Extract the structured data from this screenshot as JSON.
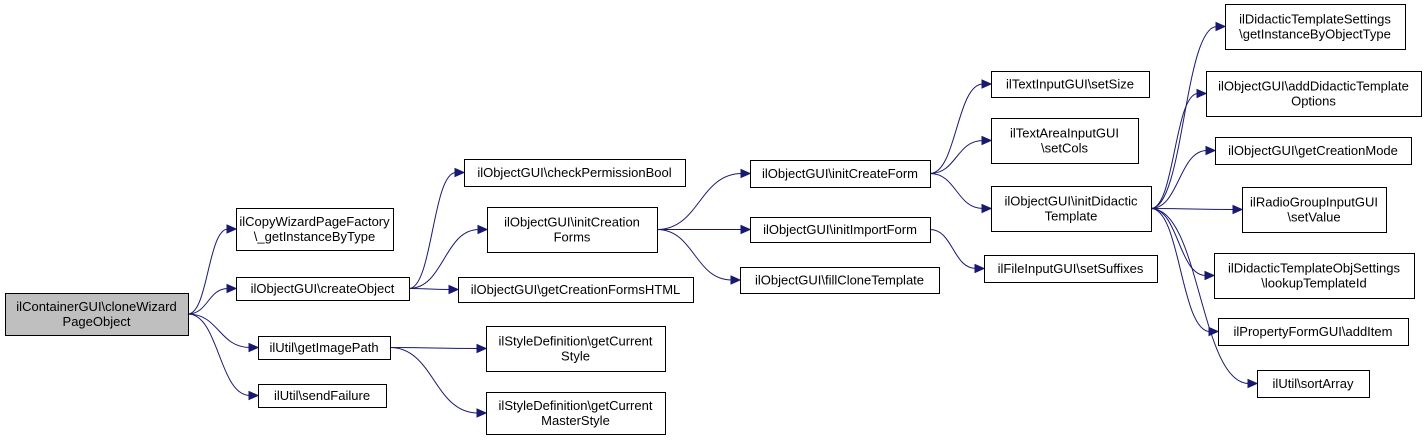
{
  "colors": {
    "root_fill": "#bfbfbf",
    "node_fill": "#ffffff",
    "node_border": "#000000",
    "edge": "#191970"
  },
  "nodes": [
    {
      "id": "root",
      "lines": [
        "ilContainerGUI\\cloneWizard",
        "PageObject"
      ],
      "root": true
    },
    {
      "id": "copywiz",
      "lines": [
        "ilCopyWizardPageFactory",
        "\\_getInstanceByType"
      ]
    },
    {
      "id": "createobj",
      "lines": [
        "ilObjectGUI\\createObject"
      ]
    },
    {
      "id": "getimg",
      "lines": [
        "ilUtil\\getImagePath"
      ]
    },
    {
      "id": "sendfail",
      "lines": [
        "ilUtil\\sendFailure"
      ]
    },
    {
      "id": "checkperm",
      "lines": [
        "ilObjectGUI\\checkPermissionBool"
      ]
    },
    {
      "id": "initcreationforms",
      "lines": [
        "ilObjectGUI\\initCreation",
        "Forms"
      ]
    },
    {
      "id": "getcreationhtml",
      "lines": [
        "ilObjectGUI\\getCreationFormsHTML"
      ]
    },
    {
      "id": "stylecur",
      "lines": [
        "ilStyleDefinition\\getCurrent",
        "Style"
      ]
    },
    {
      "id": "stylemaster",
      "lines": [
        "ilStyleDefinition\\getCurrent",
        "MasterStyle"
      ]
    },
    {
      "id": "initcreateform",
      "lines": [
        "ilObjectGUI\\initCreateForm"
      ]
    },
    {
      "id": "initimportform",
      "lines": [
        "ilObjectGUI\\initImportForm"
      ]
    },
    {
      "id": "fillclone",
      "lines": [
        "ilObjectGUI\\fillCloneTemplate"
      ]
    },
    {
      "id": "settextsize",
      "lines": [
        "ilTextInputGUI\\setSize"
      ]
    },
    {
      "id": "textareacols",
      "lines": [
        "ilTextAreaInputGUI",
        "\\setCols"
      ]
    },
    {
      "id": "initdidactic",
      "lines": [
        "ilObjectGUI\\initDidactic",
        "Template"
      ]
    },
    {
      "id": "filesuffix",
      "lines": [
        "ilFileInputGUI\\setSuffixes"
      ]
    },
    {
      "id": "didsettings",
      "lines": [
        "ilDidacticTemplateSettings",
        "\\getInstanceByObjectType"
      ]
    },
    {
      "id": "adddidactic",
      "lines": [
        "ilObjectGUI\\addDidacticTemplate",
        "Options"
      ]
    },
    {
      "id": "getcreationmode",
      "lines": [
        "ilObjectGUI\\getCreationMode"
      ]
    },
    {
      "id": "radioset",
      "lines": [
        "ilRadioGroupInputGUI",
        "\\setValue"
      ]
    },
    {
      "id": "didobjsettings",
      "lines": [
        "ilDidacticTemplateObjSettings",
        "\\lookupTemplateId"
      ]
    },
    {
      "id": "propadditem",
      "lines": [
        "ilPropertyFormGUI\\addItem"
      ]
    },
    {
      "id": "sortarray",
      "lines": [
        "ilUtil\\sortArray"
      ]
    }
  ],
  "edges": [
    {
      "from": "root",
      "to": "copywiz"
    },
    {
      "from": "root",
      "to": "createobj"
    },
    {
      "from": "root",
      "to": "getimg"
    },
    {
      "from": "root",
      "to": "sendfail"
    },
    {
      "from": "createobj",
      "to": "checkperm"
    },
    {
      "from": "createobj",
      "to": "initcreationforms"
    },
    {
      "from": "createobj",
      "to": "getcreationhtml"
    },
    {
      "from": "getimg",
      "to": "stylecur"
    },
    {
      "from": "getimg",
      "to": "stylemaster"
    },
    {
      "from": "initcreationforms",
      "to": "initcreateform"
    },
    {
      "from": "initcreationforms",
      "to": "initimportform"
    },
    {
      "from": "initcreationforms",
      "to": "fillclone"
    },
    {
      "from": "initcreateform",
      "to": "settextsize"
    },
    {
      "from": "initcreateform",
      "to": "textareacols"
    },
    {
      "from": "initcreateform",
      "to": "initdidactic"
    },
    {
      "from": "initimportform",
      "to": "filesuffix"
    },
    {
      "from": "initdidactic",
      "to": "didsettings"
    },
    {
      "from": "initdidactic",
      "to": "adddidactic"
    },
    {
      "from": "initdidactic",
      "to": "getcreationmode"
    },
    {
      "from": "initdidactic",
      "to": "radioset"
    },
    {
      "from": "initdidactic",
      "to": "didobjsettings"
    },
    {
      "from": "initdidactic",
      "to": "propadditem"
    },
    {
      "from": "initdidactic",
      "to": "sortarray"
    }
  ]
}
